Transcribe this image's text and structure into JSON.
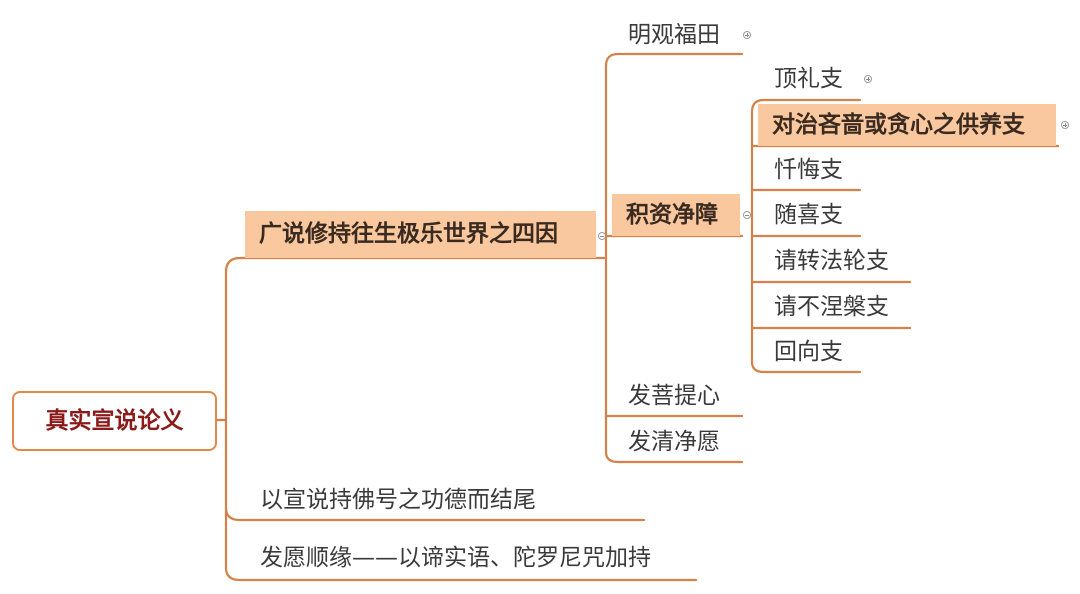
{
  "mindmap": {
    "root": "真实宣说论义",
    "branch_four_causes": "广说修持往生极乐世界之四因",
    "branch_closing": "以宣说持佛号之功德而结尾",
    "branch_vow": "发愿顺缘——以谛实语、陀罗尼咒加持",
    "cause_visualize": "明观福田",
    "cause_accumulate": "积资净障",
    "cause_bodhicitta": "发菩提心",
    "cause_pure_vow": "发清净愿",
    "limbs": {
      "prostration": "顶礼支",
      "offering": "对治吝啬或贪心之供养支",
      "confession": "忏悔支",
      "rejoicing": "随喜支",
      "turning_wheel": "请转法轮支",
      "not_nirvana": "请不涅槃支",
      "dedication": "回向支"
    }
  },
  "colors": {
    "line": "#d4814a",
    "highlight": "#f9c89f",
    "root_text": "#8b1a1a",
    "text": "#3a3a3a"
  }
}
